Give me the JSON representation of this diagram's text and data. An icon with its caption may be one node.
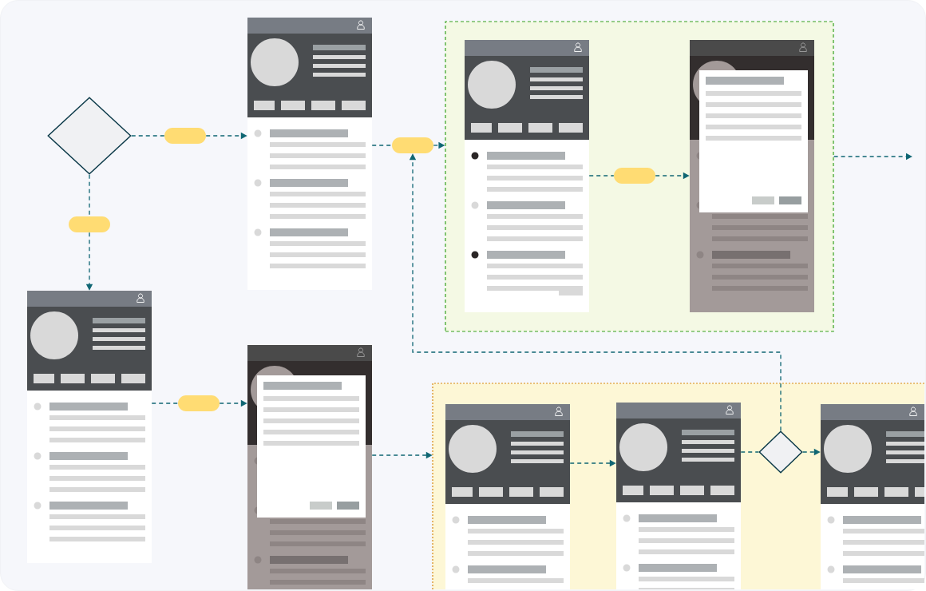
{
  "diagram": {
    "nodes": [
      {
        "text": [],
        "shape": "diamond"
      },
      {
        "text": [],
        "shape": "pill"
      },
      {
        "text": [],
        "shape": "screen"
      },
      {
        "text": [],
        "shape": "pill"
      },
      {
        "text": [],
        "shape": "box"
      },
      {
        "text": [],
        "shape": "screen",
        "in": 4
      },
      {
        "text": [],
        "shape": "pill",
        "in": 4
      },
      {
        "text": [],
        "shape": "screen",
        "in": 4
      },
      {
        "text": [],
        "shape": "pill"
      },
      {
        "text": [],
        "shape": "screen"
      },
      {
        "text": [],
        "shape": "pill"
      },
      {
        "text": [],
        "shape": "screen"
      },
      {
        "text": [],
        "shape": "box"
      },
      {
        "text": [],
        "shape": "screen",
        "in": 12
      },
      {
        "text": [],
        "shape": "screen",
        "in": 12
      },
      {
        "text": [],
        "shape": "diamond",
        "in": 12
      },
      {
        "text": [],
        "shape": "screen",
        "in": 12
      }
    ],
    "edges": [
      {
        "from": 0,
        "to": 1,
        "arrow": "none"
      },
      {
        "from": 1,
        "to": 2,
        "arrow": "to"
      },
      {
        "from": 2,
        "to": 3,
        "arrow": "none"
      },
      {
        "from": 3,
        "to": 4,
        "arrow": "to"
      },
      {
        "from": 5,
        "to": 6,
        "arrow": "none"
      },
      {
        "from": 6,
        "to": 7,
        "arrow": "to"
      },
      {
        "from": 4,
        "to": null,
        "arrow": "to"
      },
      {
        "from": 0,
        "to": 8,
        "arrow": "none"
      },
      {
        "from": 8,
        "to": 9,
        "arrow": "to"
      },
      {
        "from": 9,
        "to": 10,
        "arrow": "none"
      },
      {
        "from": 10,
        "to": 11,
        "arrow": "to"
      },
      {
        "from": 11,
        "to": 12,
        "arrow": "to"
      },
      {
        "from": 13,
        "to": 14,
        "arrow": "to"
      },
      {
        "from": 14,
        "to": 15,
        "arrow": "none"
      },
      {
        "from": 15,
        "to": 16,
        "arrow": "to"
      },
      {
        "from": 15,
        "to": 3,
        "arrow": "to"
      }
    ]
  }
}
